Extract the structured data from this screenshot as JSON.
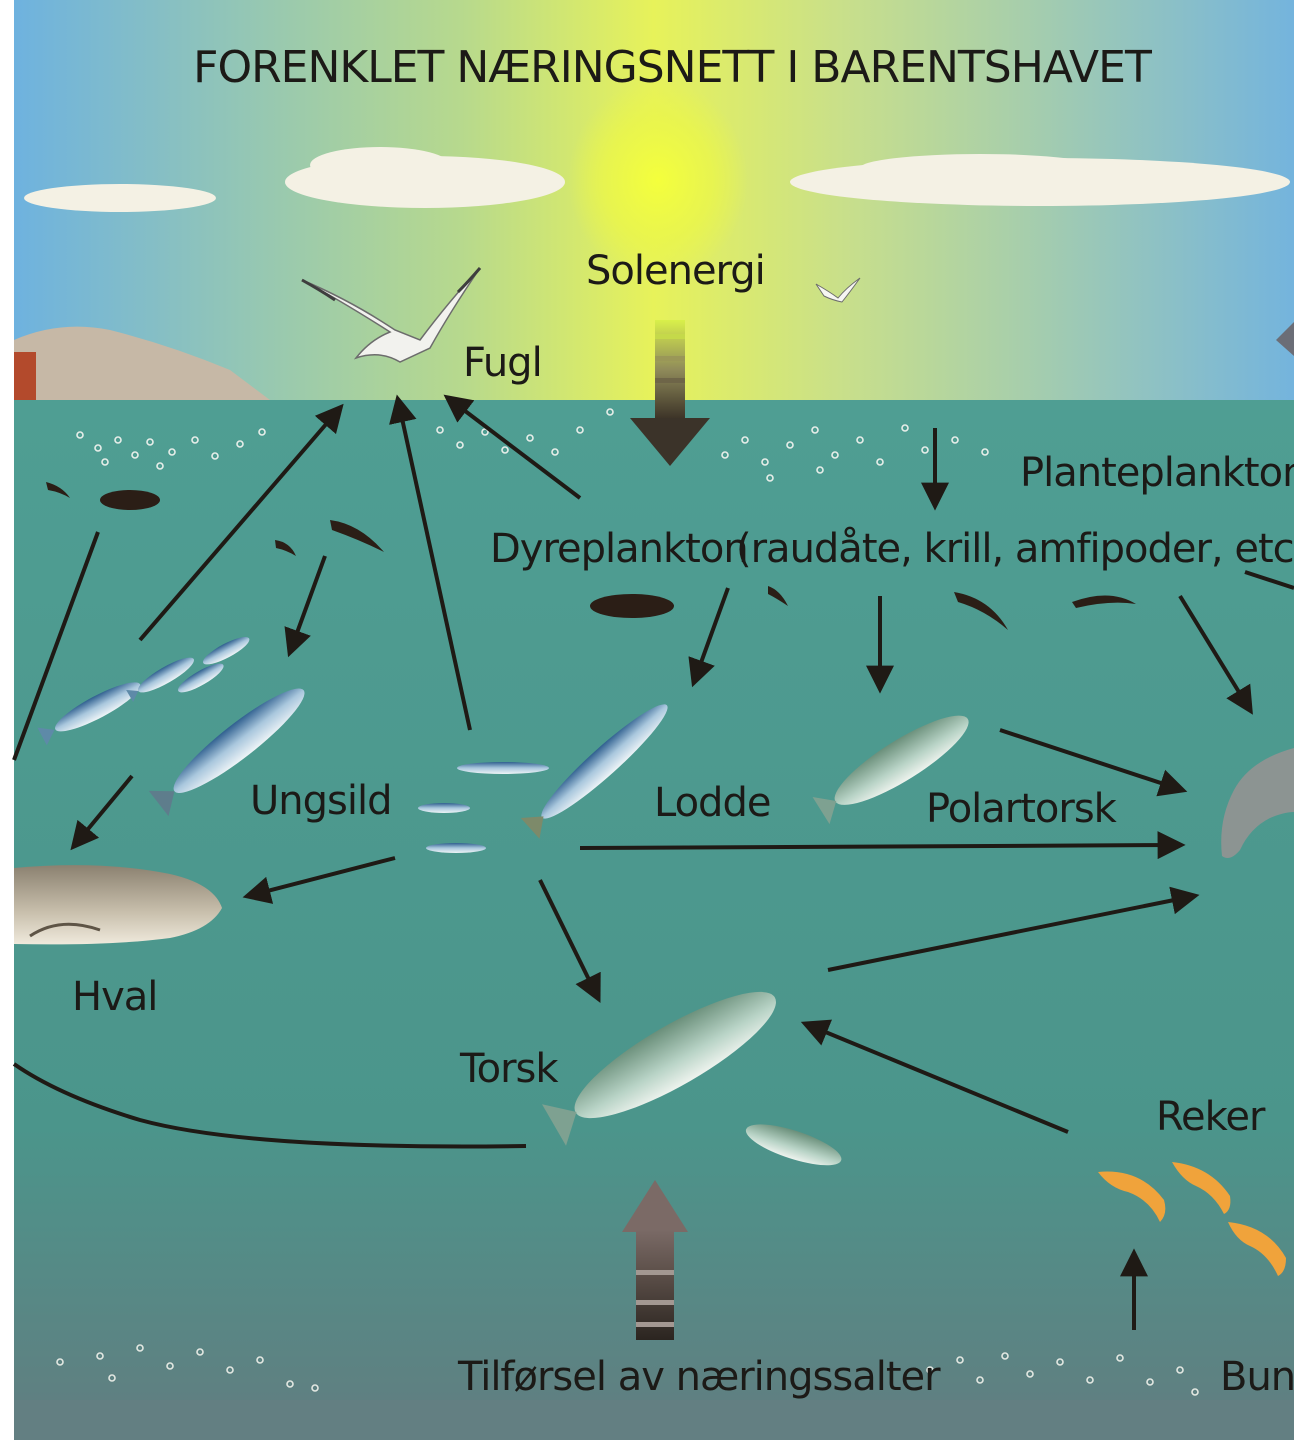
{
  "diagram": {
    "title": "FORENKLET NÆRINGSNETT I BARENTSHAVET",
    "labels": {
      "solenergi": "Solenergi",
      "fugl": "Fugl",
      "planteplankton": "Planteplankton",
      "dyreplankton": "Dyreplankton",
      "dyreplankton_detail": "(raudåte, krill, amfipoder, etc)",
      "ungsild": "Ungsild",
      "lodde": "Lodde",
      "polartorsk": "Polartorsk",
      "hval": "Hval",
      "torsk": "Torsk",
      "reker": "Reker",
      "tilforsel": "Tilførsel av næringssalter",
      "bunn": "Bunn"
    },
    "colors": {
      "sky_top": "#6fb3df",
      "sun": "#e8f54a",
      "sea": "#4f9d92",
      "sea_deep": "#5f7f7f",
      "arrow": "#1f1a15",
      "shrimp": "#f2a13c"
    }
  }
}
